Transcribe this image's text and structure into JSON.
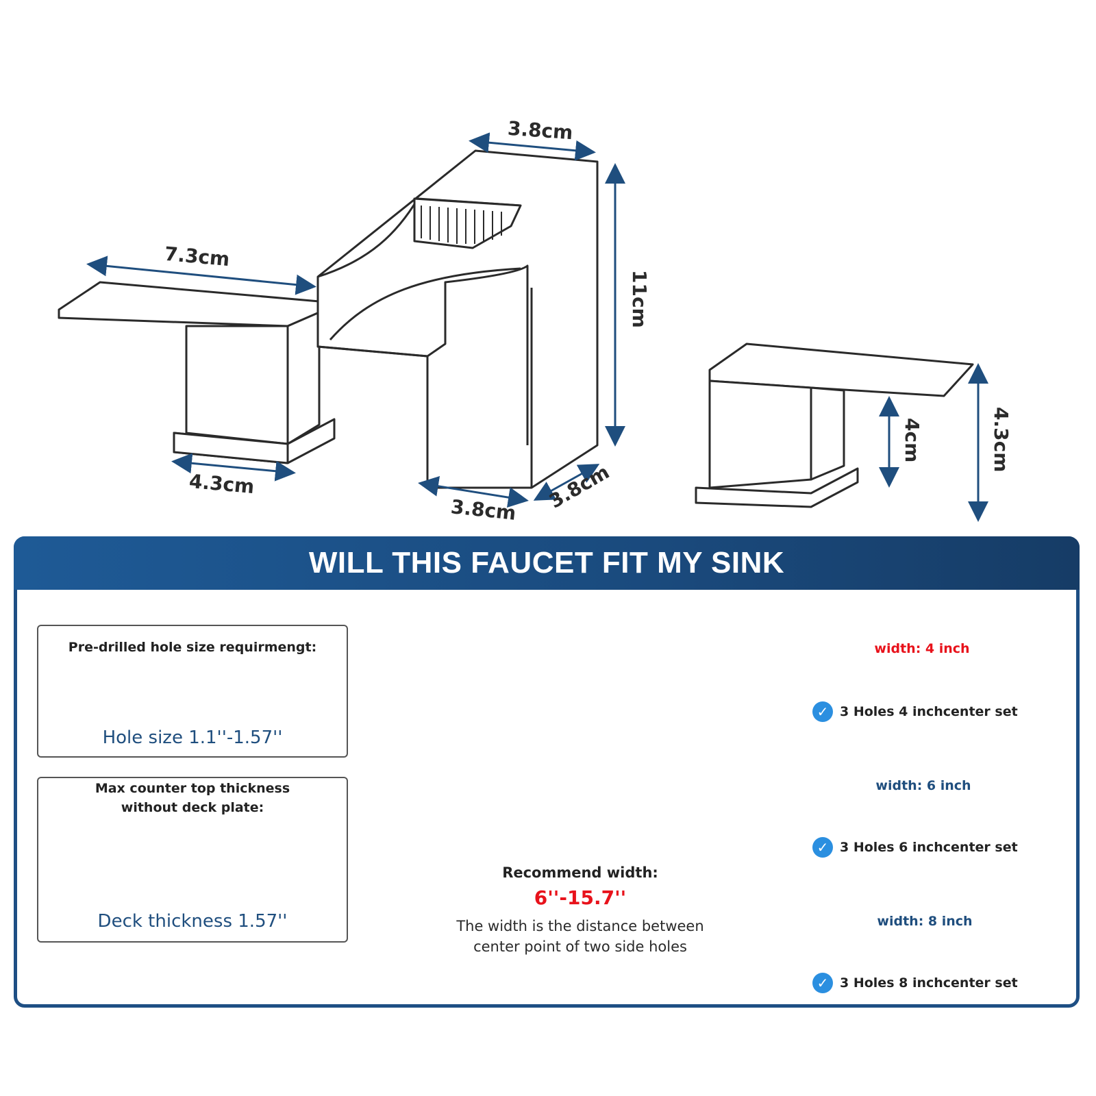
{
  "dimensions": {
    "spout_top_width": "3.8cm",
    "handle_length": "7.3cm",
    "spout_height": "11cm",
    "handle_base_width": "4.3cm",
    "spout_base_width": "3.8cm",
    "spout_base_depth": "3.8cm",
    "handle_clearance": "4cm",
    "handle_height": "4.3cm"
  },
  "fit_panel": {
    "title": "WILL THIS FAUCET FIT MY SINK",
    "hole_box": {
      "heading": "Pre-drilled hole size requirmengt:",
      "value": "Hole size 1.1''-1.57''"
    },
    "deck_box": {
      "heading_line1": "Max counter top thickness",
      "heading_line2": "without deck plate:",
      "value": "Deck thickness 1.57''"
    },
    "sink": {
      "recommend_label": "Recommend width:",
      "recommend_value": "6''-15.7''",
      "note_line1": "The width is the distance between",
      "note_line2": "center point of two side holes"
    },
    "options": [
      {
        "width_label": "width: 4 inch",
        "caption": "3 Holes 4 inchcenter set",
        "label_color": "#e8121b"
      },
      {
        "width_label": "width: 6 inch",
        "caption": "3 Holes 6 inchcenter set",
        "label_color": "#1f4e7e"
      },
      {
        "width_label": "width: 8 inch",
        "caption": "3 Holes 8 inchcenter set",
        "label_color": "#1f4e7e"
      }
    ]
  },
  "colors": {
    "panel_blue": "#1e4f84",
    "accent_red": "#e8121b",
    "text_blue": "#1f4e7e",
    "check_blue": "#2b8fe0"
  }
}
